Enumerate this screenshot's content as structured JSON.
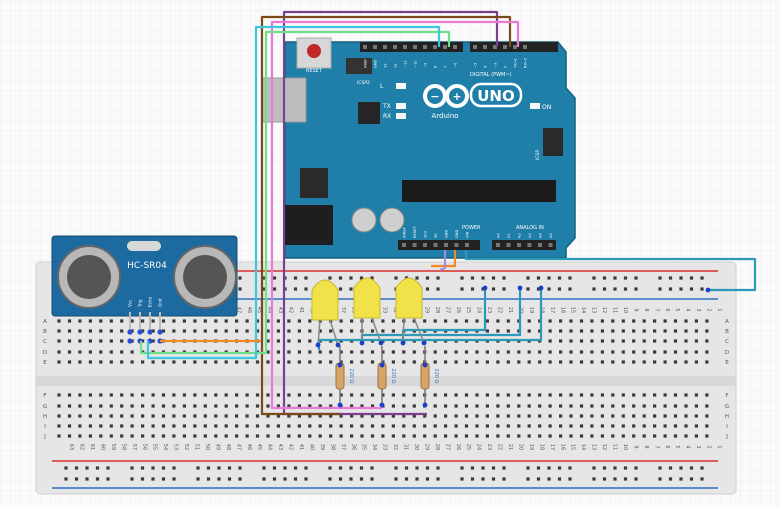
{
  "colors": {
    "board": "#1f7fa8",
    "board_dark": "#15607f",
    "breadboard": "#e9e9e9",
    "rail_red": "#d9302c",
    "rail_blue": "#2f6fc0",
    "sensor": "#1d6aa0",
    "led": "#f2e24a",
    "wire_purple": "#7b3f8f",
    "wire_brown": "#7a4a1a",
    "wire_green": "#6fe08a",
    "wire_cyan": "#3fc6df",
    "wire_pink": "#e87ad8",
    "wire_orange": "#f08a22",
    "wire_teal": "#2a9ab8"
  },
  "arduino": {
    "reset_label": "RESET",
    "icsp2_label": "ICSP2",
    "l_label": "L",
    "tx_label": "TX",
    "rx_label": "RX",
    "brand": "Arduino",
    "model": "UNO",
    "on_label": "ON",
    "digital_label": "DIGITAL (PWM~)",
    "power_label": "POWER",
    "analog_label": "ANALOG IN",
    "icsp_label": "ICSP",
    "header_top": [
      "AREF",
      "GND",
      "13",
      "12",
      "~11",
      "~10",
      "~9",
      "8",
      "7",
      "~6",
      "~5",
      "4",
      "~3",
      "2",
      "TX→1",
      "RX←0"
    ],
    "header_power": [
      "IOREF",
      "RESET",
      "3V3",
      "5V",
      "GND",
      "GND",
      "VIN"
    ],
    "header_analog": [
      "A0",
      "A1",
      "A2",
      "A3",
      "A4",
      "A5"
    ]
  },
  "sensor": {
    "model": "HC-SR04",
    "pins": [
      "Vcc",
      "Trig",
      "Echo",
      "Gnd"
    ]
  },
  "breadboard": {
    "row_letters_top": [
      "A",
      "B",
      "C",
      "D",
      "E"
    ],
    "row_letters_bottom": [
      "F",
      "G",
      "H",
      "I",
      "J"
    ],
    "columns": [
      "1",
      "2",
      "3",
      "4",
      "5",
      "6",
      "7",
      "8",
      "9",
      "10",
      "11",
      "12",
      "13",
      "14",
      "15",
      "16",
      "17",
      "18",
      "19",
      "20",
      "21",
      "22",
      "23",
      "24",
      "25",
      "26",
      "27",
      "28",
      "29",
      "30",
      "31",
      "32",
      "33",
      "34",
      "35",
      "36",
      "37",
      "38",
      "39",
      "40",
      "41",
      "42",
      "43",
      "44",
      "45",
      "46",
      "47",
      "48",
      "49",
      "50",
      "51",
      "52",
      "53",
      "54",
      "55",
      "56",
      "57",
      "58",
      "59",
      "60",
      "61",
      "62",
      "63"
    ]
  },
  "resistors": [
    {
      "label": "220 Ω"
    },
    {
      "label": "220 Ω"
    },
    {
      "label": "220 Ω"
    }
  ]
}
